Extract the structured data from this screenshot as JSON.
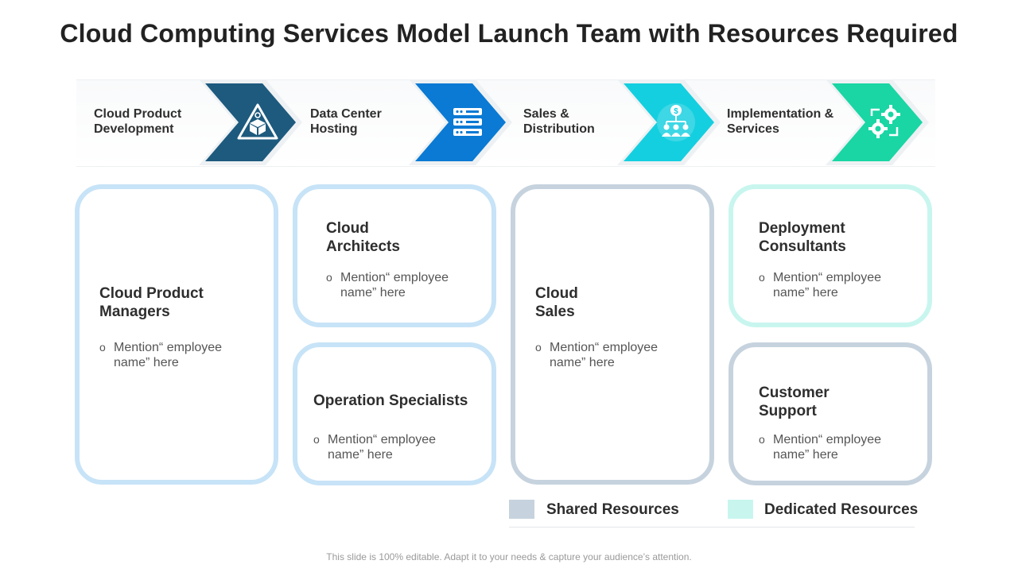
{
  "title": "Cloud Computing Services Model Launch Team with Resources Required",
  "steps": [
    {
      "label": "Cloud Product Development",
      "color": "#1d5a7e",
      "icon": "product-box-icon"
    },
    {
      "label": "Data Center Hosting",
      "color": "#0a7ad4",
      "icon": "server-rack-icon"
    },
    {
      "label": "Sales & Distribution",
      "color": "#14cfe0",
      "icon": "sales-network-icon"
    },
    {
      "label": "Implementation & Services",
      "color": "#19d6a4",
      "icon": "gears-icon"
    }
  ],
  "cards": [
    {
      "title": "Cloud Product Managers",
      "bullet": "Mention“ employee name” here"
    },
    {
      "title": "Cloud Architects",
      "bullet": "Mention“ employee name” here"
    },
    {
      "title": "Operation Specialists",
      "bullet": "Mention“ employee name” here"
    },
    {
      "title": "Cloud Sales",
      "bullet": "Mention“ employee name” here"
    },
    {
      "title": "Deployment Consultants",
      "bullet": "Mention“ employee name” here"
    },
    {
      "title": "Customer Support",
      "bullet": "Mention“ employee name” here"
    }
  ],
  "legend": [
    {
      "label": "Shared Resources",
      "color": "#c6d3de"
    },
    {
      "label": "Dedicated Resources",
      "color": "#c8f6ef"
    }
  ],
  "footer": "This slide is 100% editable. Adapt it to your needs & capture your audience’s attention."
}
